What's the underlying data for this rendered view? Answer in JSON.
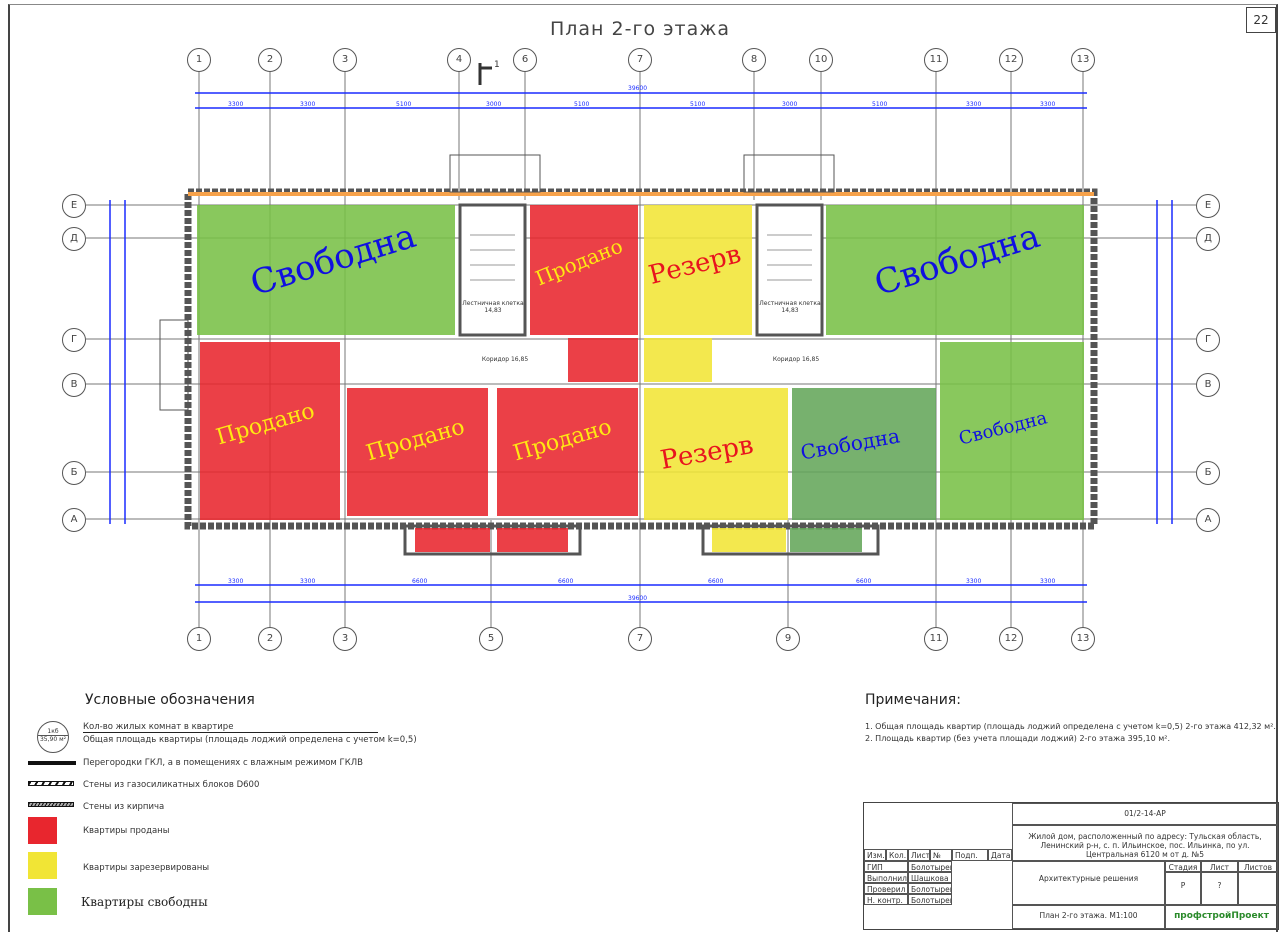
{
  "sheet_number": "22",
  "title": "План 2-го этажа",
  "section_mark": "1",
  "axes_top": [
    "1",
    "2",
    "3",
    "4",
    "6",
    "7",
    "8",
    "10",
    "11",
    "12",
    "13"
  ],
  "axes_bottom": [
    "1",
    "2",
    "3",
    "5",
    "7",
    "9",
    "11",
    "12",
    "13"
  ],
  "axes_rows": [
    "Е",
    "Д",
    "Г",
    "В",
    "Б",
    "А"
  ],
  "dims_top_total": "39600",
  "dims_top": [
    "3300",
    "3300",
    "5100",
    "3000",
    "5100",
    "5100",
    "3000",
    "5100",
    "3300",
    "3300"
  ],
  "dims_bottom": [
    "3300",
    "3300",
    "6600",
    "6600",
    "6600",
    "6600",
    "3300",
    "3300"
  ],
  "dims_bottom_total": "39600",
  "rooms": {
    "stair_left": "Лестничная клетка 14,83",
    "stair_right": "Лестничная клетка 14,83",
    "corridor_left": "Коридор 16,85",
    "corridor_right": "Коридор 16,85"
  },
  "apartments": [
    {
      "status": "Свободна",
      "color": "#79c047"
    },
    {
      "status": "Продано",
      "color": "#e8262e"
    },
    {
      "status": "Резерв",
      "color": "#f1e535"
    },
    {
      "status": "Свободна",
      "color": "#79c047"
    },
    {
      "status": "Продано",
      "color": "#e8262e"
    },
    {
      "status": "Продано",
      "color": "#e8262e"
    },
    {
      "status": "Продано",
      "color": "#e8262e"
    },
    {
      "status": "Резерв",
      "color": "#f1e535"
    },
    {
      "status": "Свободна",
      "color": "#64a65a"
    },
    {
      "status": "Свободна",
      "color": "#79c047"
    }
  ],
  "legend": {
    "title": "Условные обозначения",
    "circle_top": "1кб",
    "circle_bottom": "35,90 м²",
    "rooms_count": "Кол-во жилых комнат в квартире",
    "total_area": "Общая площадь квартиры (площадь лоджий определена с учетом k=0,5)",
    "partitions": "Перегородки ГКЛ, а в помещениях с влажным режимом ГКЛВ",
    "gas_walls": "Стены из газосиликатных блоков D600",
    "brick_walls": "Стены из кирпича",
    "sold": "Квартиры проданы",
    "reserved": "Квартиры зарезервированы",
    "free": "Квартиры свободны"
  },
  "notes": {
    "title": "Примечания:",
    "items": [
      "1.   Общая площадь квартир (площадь лоджий определена с учетом k=0,5) 2-го этажа 412,32 м².",
      "2.   Площадь квартир (без учета площади лоджий) 2-го этажа 395,10 м²."
    ]
  },
  "title_block": {
    "code": "01/2-14-АР",
    "project": "Жилой дом, расположенный по адресу: Тульская область, Ленинский р-н, с. п. Ильинское, пос. Ильинка, по ул. Центральная 6120 м от д. №5",
    "headers": [
      "Изм.",
      "Кол. уч",
      "Лист",
      "№ док",
      "Подп.",
      "Дата"
    ],
    "roles": [
      [
        "ГИП",
        "Болотырев"
      ],
      [
        "Выполнил",
        "Шашкова"
      ],
      [
        "Проверил",
        "Болотырев"
      ],
      [
        "Н. контр.",
        "Болотырев"
      ]
    ],
    "section": "Архитектурные решения",
    "stage_label": "Стадия",
    "sheet_label": "Лист",
    "sheets_label": "Листов",
    "stage": "Р",
    "sheet": "?",
    "drawing": "План 2-го этажа. М1:100",
    "company": "профстройПроект"
  }
}
